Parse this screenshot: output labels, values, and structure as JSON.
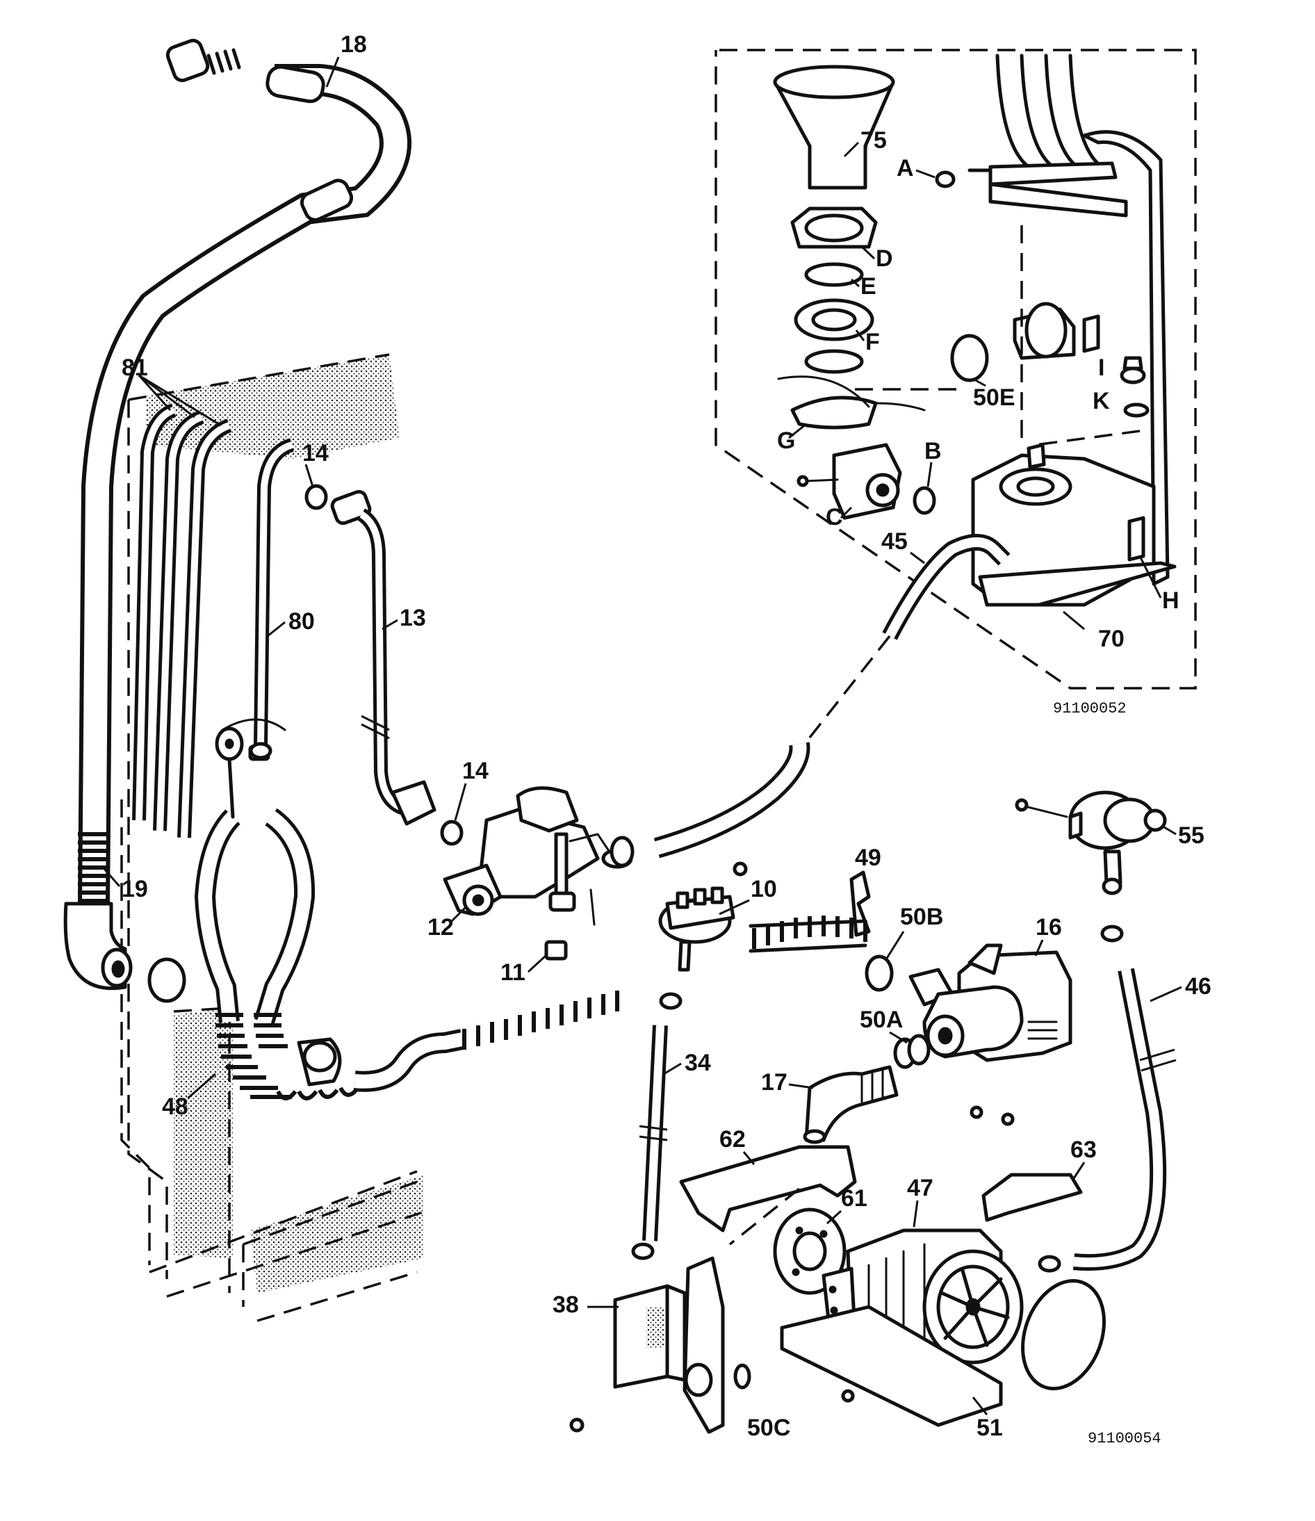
{
  "labels": {
    "l18": "18",
    "l81": "81",
    "l14a": "14",
    "l80": "80",
    "l13": "13",
    "l14b": "14",
    "l19": "19",
    "l12": "12",
    "l11": "11",
    "l10": "10",
    "l49": "49",
    "l50b": "50B",
    "l16": "16",
    "l55": "55",
    "l46": "46",
    "l50a": "50A",
    "l34": "34",
    "l17": "17",
    "l48": "48",
    "l62": "62",
    "l61": "61",
    "l47": "47",
    "l63": "63",
    "l38": "38",
    "l50c": "50C",
    "l51": "51",
    "l75": "75",
    "lA": "A",
    "lD": "D",
    "lE": "E",
    "lF": "F",
    "l50e": "50E",
    "lI": "I",
    "lK": "K",
    "lG": "G",
    "lB": "B",
    "lC": "C",
    "l45": "45",
    "lH": "H",
    "l70": "70"
  },
  "reference_codes": {
    "top_inset": "91100052",
    "main": "91100054"
  },
  "colors": {
    "ink": "#111111",
    "paper": "#ffffff"
  }
}
